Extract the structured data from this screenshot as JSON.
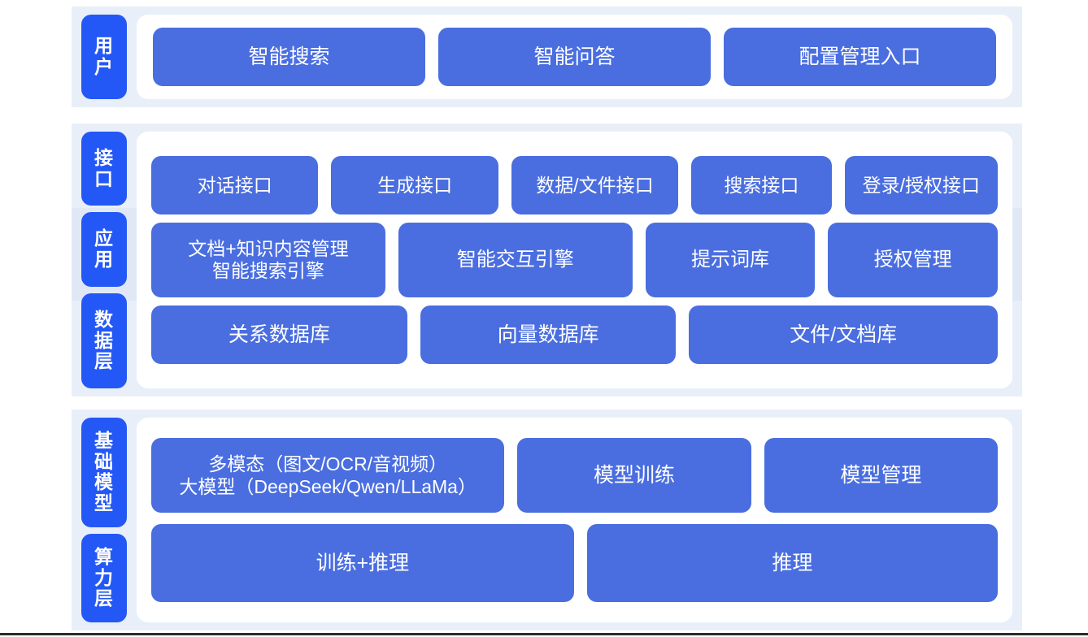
{
  "colors": {
    "band_background": "#e9eff9",
    "band_tint": "#e0e8f6",
    "card_background": "#ffffff",
    "side_label_blue": "#2458f6",
    "content_box_blue": "#4a6ee0",
    "box_text": "#ffffff",
    "page_background": "#ffffff",
    "bottom_rule": "#2b2b2b"
  },
  "sections": [
    {
      "id": "users",
      "labels": [
        "用户"
      ],
      "rows": [
        {
          "id": "user-entries",
          "boxes": [
            "智能搜索",
            "智能问答",
            "配置管理入口"
          ]
        }
      ]
    },
    {
      "id": "middle",
      "labels": [
        "接口",
        "应用",
        "数据层"
      ],
      "rows": [
        {
          "id": "api",
          "boxes": [
            "对话接口",
            "生成接口",
            "数据/文件接口",
            "搜索接口",
            "登录/授权接口"
          ]
        },
        {
          "id": "app",
          "boxes": [
            "文档+知识内容管理\n智能搜索引擎",
            "智能交互引擎",
            "提示词库",
            "授权管理"
          ]
        },
        {
          "id": "data",
          "boxes": [
            "关系数据库",
            "向量数据库",
            "文件/文档库"
          ]
        }
      ]
    },
    {
      "id": "bottom",
      "labels": [
        "基础模型",
        "算力层"
      ],
      "rows": [
        {
          "id": "foundation-model",
          "boxes": [
            "多模态（图文/OCR/音视频）\n大模型（DeepSeek/Qwen/LLaMa）",
            "模型训练",
            "模型管理"
          ]
        },
        {
          "id": "compute",
          "boxes": [
            "训练+推理",
            "推理"
          ]
        }
      ]
    }
  ]
}
